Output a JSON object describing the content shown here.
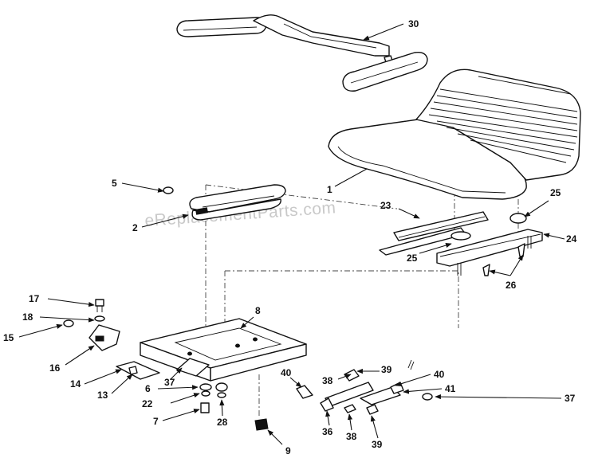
{
  "watermark": "eReplacementParts.com",
  "callouts": [
    {
      "id": "c30",
      "text": "30"
    },
    {
      "id": "c1",
      "text": "1"
    },
    {
      "id": "c5",
      "text": "5"
    },
    {
      "id": "c2",
      "text": "2"
    },
    {
      "id": "c23",
      "text": "23"
    },
    {
      "id": "c25a",
      "text": "25"
    },
    {
      "id": "c25b",
      "text": "25"
    },
    {
      "id": "c24",
      "text": "24"
    },
    {
      "id": "c26",
      "text": "26"
    },
    {
      "id": "c17",
      "text": "17"
    },
    {
      "id": "c18",
      "text": "18"
    },
    {
      "id": "c15",
      "text": "15"
    },
    {
      "id": "c16",
      "text": "16"
    },
    {
      "id": "c8",
      "text": "8"
    },
    {
      "id": "c14",
      "text": "14"
    },
    {
      "id": "c13",
      "text": "13"
    },
    {
      "id": "c37a",
      "text": "37"
    },
    {
      "id": "c6",
      "text": "6"
    },
    {
      "id": "c22",
      "text": "22"
    },
    {
      "id": "c7",
      "text": "7"
    },
    {
      "id": "c28",
      "text": "28"
    },
    {
      "id": "c9",
      "text": "9"
    },
    {
      "id": "c40a",
      "text": "40"
    },
    {
      "id": "c38a",
      "text": "38"
    },
    {
      "id": "c39a",
      "text": "39"
    },
    {
      "id": "c40b",
      "text": "40"
    },
    {
      "id": "c41",
      "text": "41"
    },
    {
      "id": "c37b",
      "text": "37"
    },
    {
      "id": "c36",
      "text": "36"
    },
    {
      "id": "c38b",
      "text": "38"
    },
    {
      "id": "c39b",
      "text": "39"
    }
  ]
}
